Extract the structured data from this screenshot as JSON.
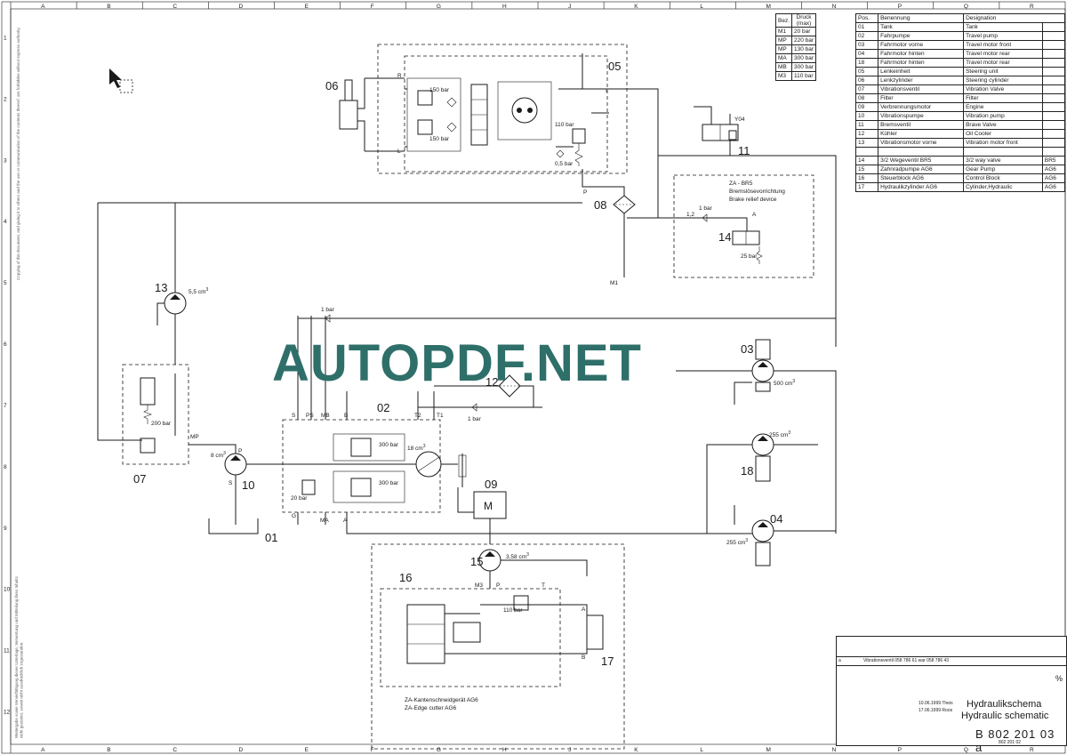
{
  "frame": {
    "columns": [
      "A",
      "B",
      "C",
      "D",
      "E",
      "F",
      "G",
      "H",
      "J",
      "K",
      "L",
      "M",
      "N",
      "P",
      "Q",
      "R"
    ],
    "rows": [
      "1",
      "2",
      "3",
      "4",
      "5",
      "6",
      "7",
      "8",
      "9",
      "10",
      "11",
      "12"
    ]
  },
  "watermark": "AUTOPDF.NET",
  "pressure_table": {
    "headers": [
      "Bez.",
      "Druck",
      "(max)"
    ],
    "rows": [
      [
        "M1",
        "20 bar"
      ],
      [
        "MP",
        "220 bar"
      ],
      [
        "MP",
        "130 bar"
      ],
      [
        "MA",
        "300 bar"
      ],
      [
        "MB",
        "300 bar"
      ],
      [
        "M3",
        "110 bar"
      ]
    ]
  },
  "parts_table": {
    "headers": [
      "Pos.",
      "Benennung",
      "Designation"
    ],
    "rows": [
      [
        "01",
        "Tank",
        "Tank",
        ""
      ],
      [
        "02",
        "Fahrpumpe",
        "Travel pump",
        ""
      ],
      [
        "03",
        "Fahrmotor vorne",
        "Travel motor front",
        ""
      ],
      [
        "04",
        "Fahrmotor hinten",
        "Travel motor rear",
        ""
      ],
      [
        "18",
        "Fahrmotor hinten",
        "Travel motor rear",
        ""
      ],
      [
        "05",
        "Lenkeinheit",
        "Steering unit",
        ""
      ],
      [
        "06",
        "Lenkzylinder",
        "Steering cylinder",
        ""
      ],
      [
        "07",
        "Vibrationsventil",
        "Vibration Valve",
        ""
      ],
      [
        "08",
        "Filter",
        "Filter",
        ""
      ],
      [
        "09",
        "Verbrennungsmotor",
        "Engine",
        ""
      ],
      [
        "10",
        "Vibrationspumpe",
        "Vibration pump",
        ""
      ],
      [
        "11",
        "Bremsventil",
        "Brave Valve",
        ""
      ],
      [
        "12",
        "Kühler",
        "Oil Cooler",
        ""
      ],
      [
        "13",
        "Vibrationsmotor vorne",
        "Vibration motor front",
        ""
      ],
      [
        "",
        "",
        "",
        ""
      ],
      [
        "14",
        "3/2 Wegeventil      BR5",
        "3/2 way valve",
        "BR5"
      ],
      [
        "15",
        "Zahnradpumpe      AG6",
        "Gear Pump",
        "AG6"
      ],
      [
        "16",
        "Steuerblock      AG6",
        "Control Block",
        "AG6"
      ],
      [
        "17",
        "Hydraulikzylinder      AG6",
        "Cylinder,Hydraulic",
        "AG6"
      ]
    ]
  },
  "components": {
    "c01": "01",
    "c02": "02",
    "c03": "03",
    "c04": "04",
    "c05": "05",
    "c06": "06",
    "c07": "07",
    "c08": "08",
    "c09": "09",
    "c10": "10",
    "c11": "11",
    "c12": "12",
    "c13": "13",
    "c14": "14",
    "c15": "15",
    "c16": "16",
    "c17": "17",
    "c18": "18",
    "engine_symbol": "M"
  },
  "labels": {
    "m150a": "150 bar",
    "m150b": "150 bar",
    "m110": "110 bar",
    "m05": "0,5 bar",
    "m1bar_a": "1 bar",
    "m1bar_b": "1 bar",
    "m1bar_c": "1 bar",
    "m25": "25 bar",
    "m12": "1,2",
    "m55": "5,5 cm",
    "m200": "200 bar",
    "m8cm": "8 cm",
    "m300a": "300 bar",
    "m300b": "300 bar",
    "m20": "20 bar",
    "m18cm": "18 cm",
    "m500": "500 cm",
    "m255a": "255 cm",
    "m255b": "255 cm",
    "m358": "3,58 cm",
    "m110b": "110 bar",
    "m3": "M3",
    "mp": "MP",
    "m1": "M1",
    "y04": "Y04",
    "zabr5": "ZA - BR5",
    "brems": "Bremslösevorrichtung",
    "brake": "Brake relief device",
    "za_edge_de": "ZA-Kantenschneidgerät  AG6",
    "za_edge_en": "ZA-Edge cutter          AG6",
    "sup3": "3",
    "port_R": "R",
    "port_L": "L",
    "port_T": "T",
    "port_P": "P",
    "port_S": "S",
    "port_A": "A",
    "port_B": "B",
    "port_G": "G",
    "port_PS": "PS",
    "port_MB": "MB",
    "port_T2": "T2",
    "port_T1": "T1",
    "port_MA": "MA"
  },
  "title_block": {
    "title_de": "Hydraulikschema",
    "title_en": "Hydraulic schematic",
    "drawing_number": "B 802 201 03 a",
    "revision_note": "Vibrationsventil 058 786 61 war 058 786 43",
    "rev_letter": "a",
    "date1": "10.06.1999",
    "name1": "Theis",
    "date2": "17.06.1999",
    "name2": "Roos",
    "sheet_no": "802 201 02",
    "scale": "%"
  }
}
